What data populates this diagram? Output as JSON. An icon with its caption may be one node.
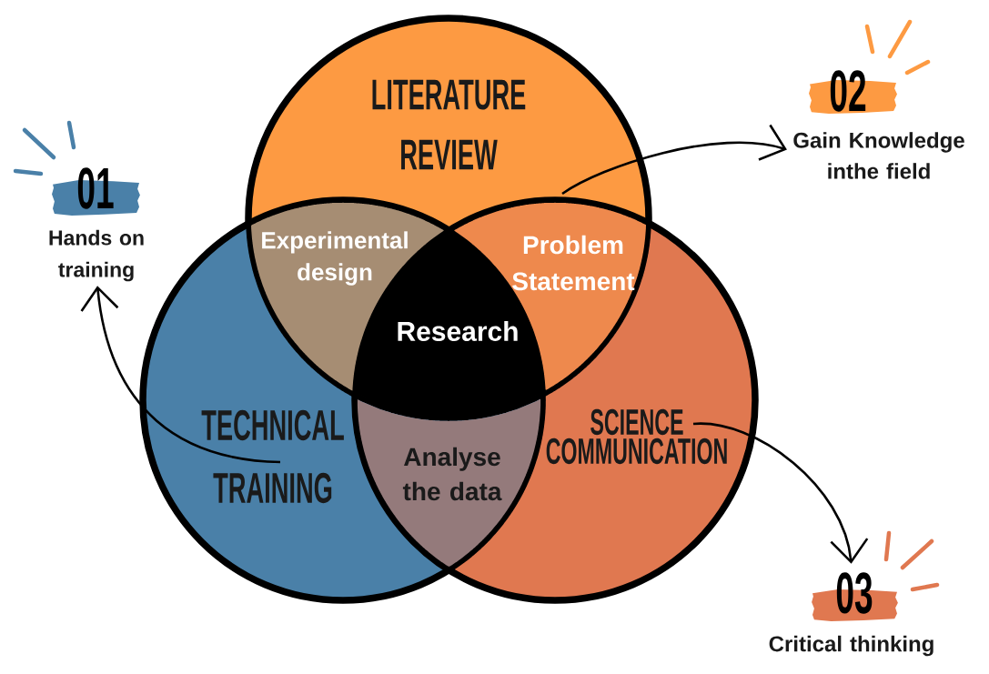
{
  "diagram": {
    "nodes": [
      {
        "text": [
          "LITERATURE REVIEW"
        ]
      },
      {
        "text": [
          "TECHNICAL TRAINING"
        ]
      },
      {
        "text": [
          "SCIENCE COMMUNICATION"
        ]
      },
      {
        "text": [
          "Experimental design"
        ]
      },
      {
        "text": [
          "Problem Statement"
        ]
      },
      {
        "text": [
          "Research"
        ]
      },
      {
        "text": [
          "Analyse the data"
        ]
      },
      {
        "text": [
          "01",
          "Hands on training"
        ]
      },
      {
        "text": [
          "02",
          "Gain Knowledge inthe field"
        ]
      },
      {
        "text": [
          "03",
          "Critical thinking"
        ]
      }
    ],
    "edges": [
      {
        "from": 1,
        "to": 7,
        "arrow": "to"
      },
      {
        "from": 0,
        "to": 8,
        "arrow": "to"
      },
      {
        "from": 2,
        "to": 9,
        "arrow": "to"
      }
    ]
  }
}
